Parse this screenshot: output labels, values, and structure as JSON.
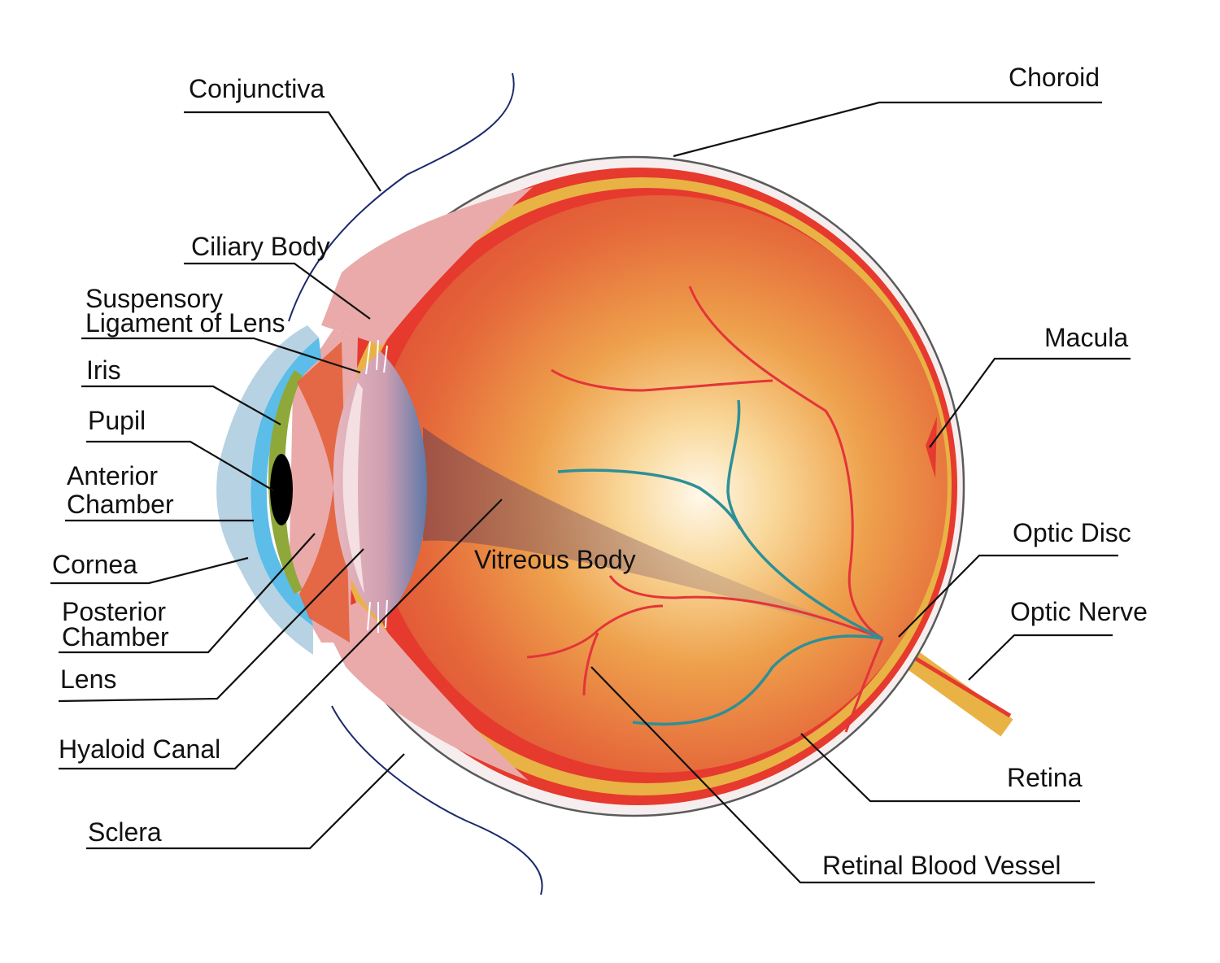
{
  "labels": {
    "conjunctiva": "Conjunctiva",
    "ciliary_body": "Ciliary Body",
    "suspensory_1": "Suspensory",
    "suspensory_2": "Ligament of Lens",
    "iris": "Iris",
    "pupil": "Pupil",
    "anterior_1": "Anterior",
    "anterior_2": "Chamber",
    "cornea": "Cornea",
    "posterior_1": "Posterior",
    "posterior_2": "Chamber",
    "lens": "Lens",
    "hyaloid_canal": "Hyaloid Canal",
    "sclera": "Sclera",
    "choroid": "Choroid",
    "macula": "Macula",
    "optic_disc": "Optic Disc",
    "optic_nerve": "Optic Nerve",
    "retina": "Retina",
    "retinal_blood_vessel": "Retinal Blood Vessel",
    "vitreous_body": "Vitreous Body"
  },
  "colors": {
    "sclera": "#f6eeee",
    "choroid": "#e63a2e",
    "retina": "#e8b245",
    "vitreous_edge": "#e2502f",
    "vitreous_center": "#fff8ea",
    "ciliary_body": "#eaaaaa",
    "cornea": "#b7d3e3",
    "aqueous": "#5bbde8",
    "iris": "#8fa83a",
    "artery": "#e3343a",
    "vein": "#2f8f96",
    "leader": "#111111"
  }
}
